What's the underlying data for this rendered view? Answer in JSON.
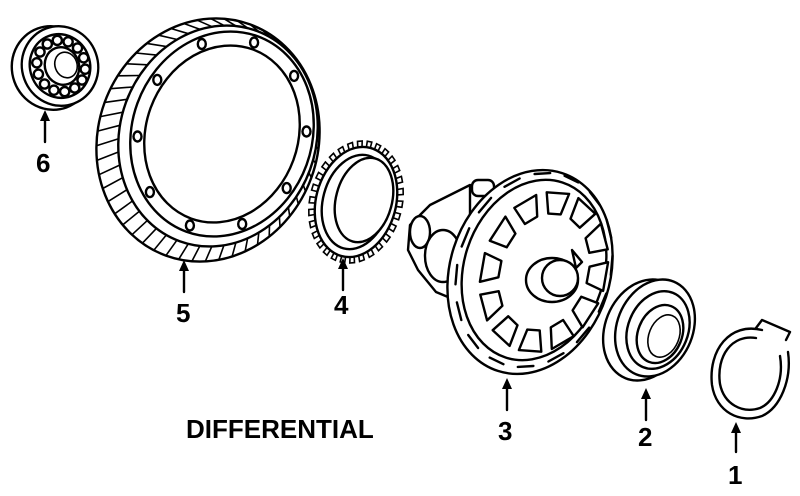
{
  "title": "DIFFERENTIAL",
  "parts": [
    {
      "number": "1",
      "icon": "snap-ring-icon"
    },
    {
      "number": "2",
      "icon": "bearing-icon"
    },
    {
      "number": "3",
      "icon": "differential-case-icon"
    },
    {
      "number": "4",
      "icon": "tone-ring-icon"
    },
    {
      "number": "5",
      "icon": "ring-gear-icon"
    },
    {
      "number": "6",
      "icon": "roller-bearing-icon"
    }
  ]
}
